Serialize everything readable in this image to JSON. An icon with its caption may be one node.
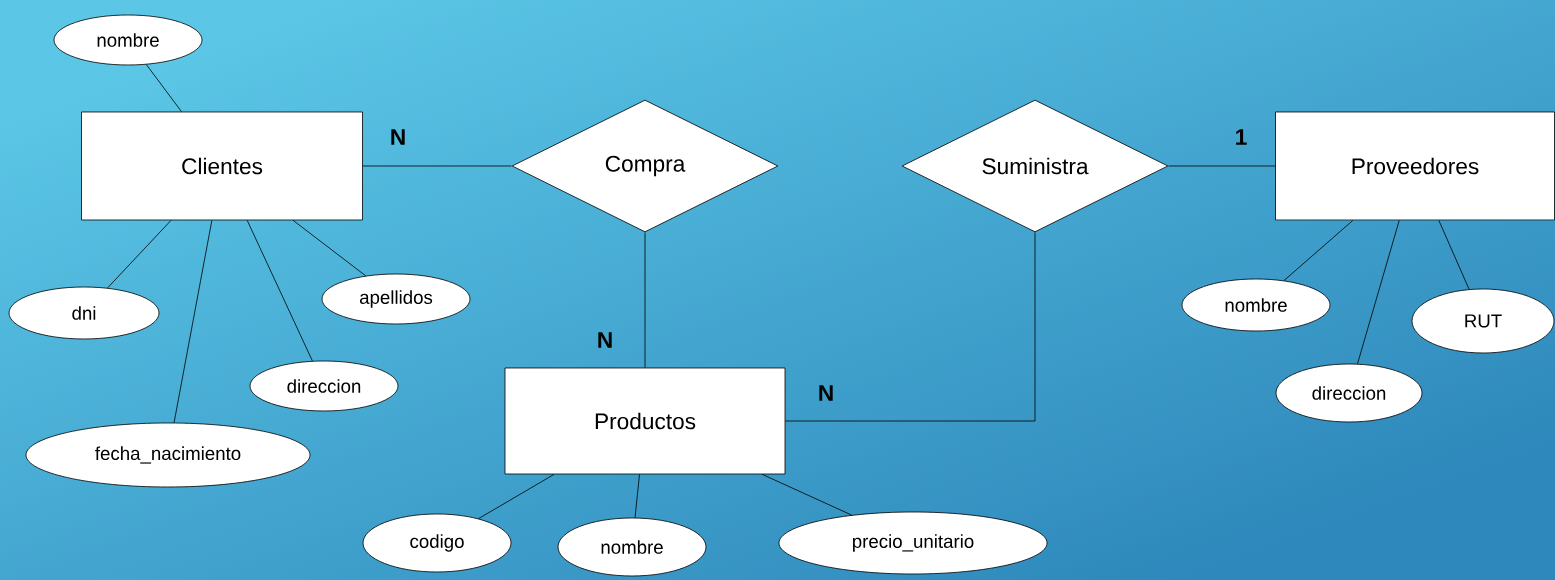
{
  "diagram": {
    "nodes": [
      {
        "text": [
          "Clientes"
        ]
      },
      {
        "text": [
          "Compra"
        ]
      },
      {
        "text": [
          "Suministra"
        ]
      },
      {
        "text": [
          "Proveedores"
        ]
      },
      {
        "text": [
          "Productos"
        ]
      },
      {
        "text": [
          "nombre"
        ]
      },
      {
        "text": [
          "dni"
        ]
      },
      {
        "text": [
          "apellidos"
        ]
      },
      {
        "text": [
          "direccion"
        ]
      },
      {
        "text": [
          "fecha_nacimiento"
        ]
      },
      {
        "text": [
          "nombre"
        ]
      },
      {
        "text": [
          "RUT"
        ]
      },
      {
        "text": [
          "direccion"
        ]
      },
      {
        "text": [
          "codigo"
        ]
      },
      {
        "text": [
          "nombre"
        ]
      },
      {
        "text": [
          "precio_unitario"
        ]
      }
    ],
    "edges": [
      {
        "from": 0,
        "to": 1,
        "arrow": "none",
        "label": "N"
      },
      {
        "from": 1,
        "to": 4,
        "arrow": "none",
        "label": "N"
      },
      {
        "from": 4,
        "to": 2,
        "arrow": "none",
        "label": "N"
      },
      {
        "from": 2,
        "to": 3,
        "arrow": "none",
        "label": "1"
      },
      {
        "from": 5,
        "to": 0,
        "arrow": "none"
      },
      {
        "from": 6,
        "to": 0,
        "arrow": "none"
      },
      {
        "from": 7,
        "to": 0,
        "arrow": "none"
      },
      {
        "from": 8,
        "to": 0,
        "arrow": "none"
      },
      {
        "from": 9,
        "to": 0,
        "arrow": "none"
      },
      {
        "from": 10,
        "to": 3,
        "arrow": "none"
      },
      {
        "from": 11,
        "to": 3,
        "arrow": "none"
      },
      {
        "from": 12,
        "to": 3,
        "arrow": "none"
      },
      {
        "from": 13,
        "to": 4,
        "arrow": "none"
      },
      {
        "from": 14,
        "to": 4,
        "arrow": "none"
      },
      {
        "from": 15,
        "to": 4,
        "arrow": "none"
      }
    ]
  }
}
